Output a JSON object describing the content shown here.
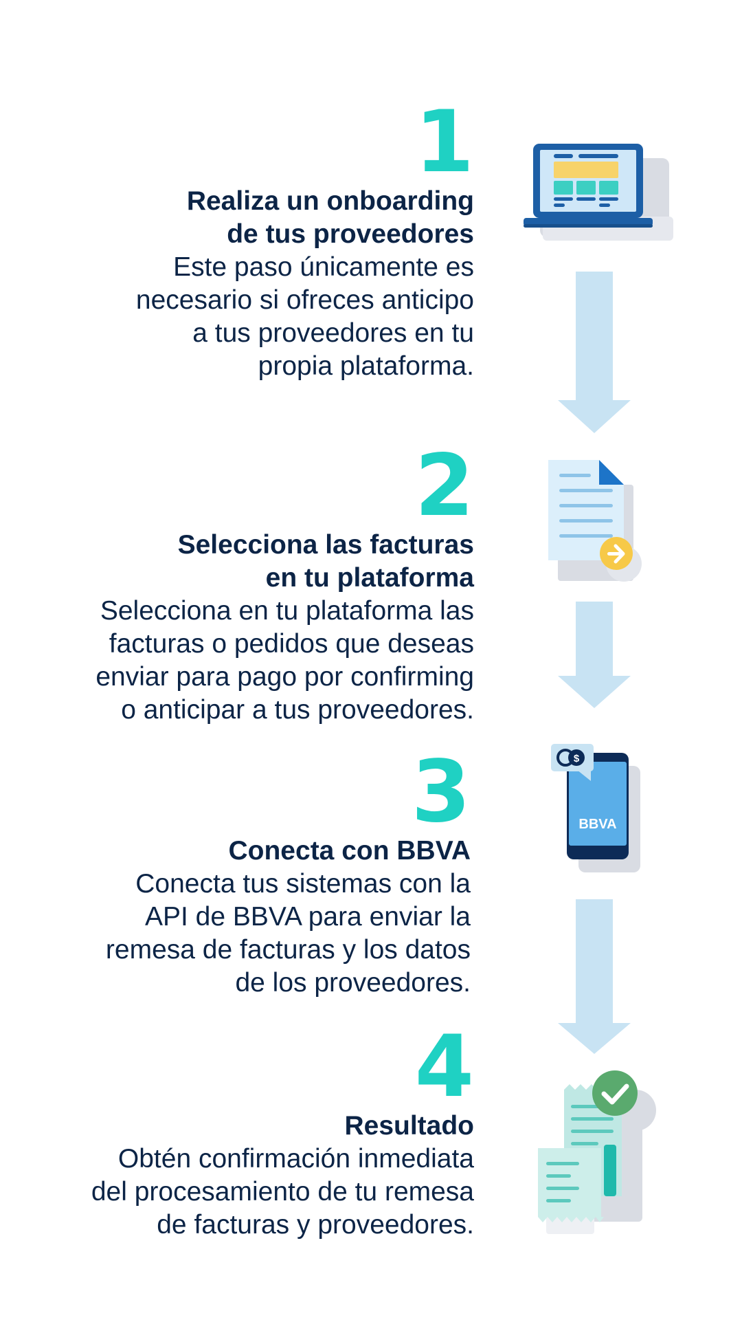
{
  "steps": [
    {
      "number": "1",
      "title": "Realiza un onboarding\nde tus proveedores",
      "description": "Este paso únicamente es\nnecesario si ofreces anticipo\na tus proveedores en tu\npropia plataforma.",
      "icon": "laptop-icon"
    },
    {
      "number": "2",
      "title": "Selecciona las facturas\nen tu plataforma",
      "description": "Selecciona en tu plataforma las\nfacturas o pedidos que deseas\nenviar para pago por confirming\no anticipar a tus proveedores.",
      "icon": "invoice-document-icon"
    },
    {
      "number": "3",
      "title": "Conecta con BBVA",
      "description": "Conecta tus sistemas con la\nAPI de BBVA para enviar la\nremesa de facturas y los datos\nde los proveedores.",
      "icon": "mobile-phone-icon",
      "phone_brand": "BBVA"
    },
    {
      "number": "4",
      "title": "Resultado",
      "description": "Obtén confirmación inmediata\ndel procesamiento de tu remesa\nde facturas y proveedores.",
      "icon": "receipt-check-icon"
    }
  ],
  "colors": {
    "accent_number": "#1fd1c3",
    "text_navy": "#0c2446",
    "arrow": "#c8e3f3",
    "laptop_blue": "#1d5fa6",
    "doc_blue": "#dceffb",
    "coin_yellow": "#f7c948",
    "phone_blue": "#5aaee8",
    "check_green": "#5aaa6e",
    "receipt_teal": "#bfe8e4",
    "shadow_gray": "#d9dce3"
  }
}
